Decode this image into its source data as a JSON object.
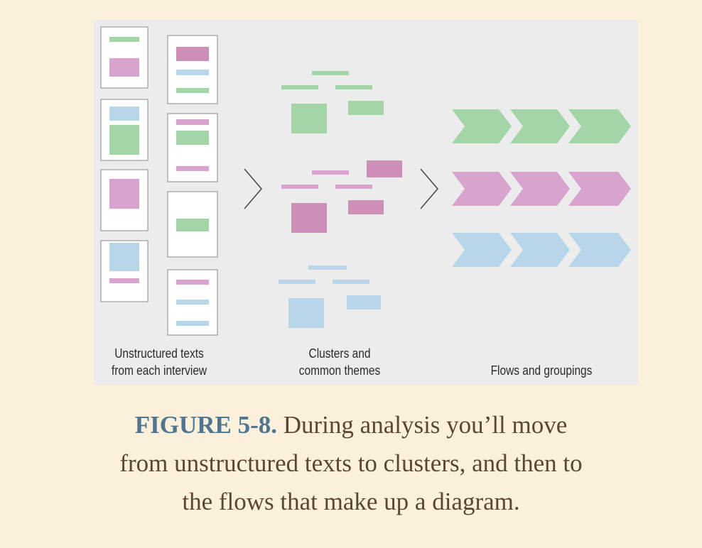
{
  "colors": {
    "green": "#a3d5a9",
    "pink": "#d8a3cc",
    "pink_dark": "#cc90b8",
    "blue": "#b8d6ea",
    "figure_background": "#ececec",
    "page_background": "#faf0dc",
    "figure_label": "#4f7590",
    "caption_text": "#5a4632"
  },
  "diagram": {
    "stages": [
      {
        "id": "unstructured",
        "label_line1": "Unstructured texts",
        "label_line2": "from each interview"
      },
      {
        "id": "clusters",
        "label_line1": "Clusters and",
        "label_line2": "common themes"
      },
      {
        "id": "flows",
        "label_line1": "",
        "label_line2": "Flows and groupings"
      }
    ],
    "arrow_icon": "chevron-right-icon"
  },
  "caption": {
    "figure_label": "FIGURE 5-8.",
    "text_line1": "During analysis you’ll move",
    "text_line2": "from unstructured texts to clusters, and then to",
    "text_line3": "the flows that make up a diagram."
  }
}
